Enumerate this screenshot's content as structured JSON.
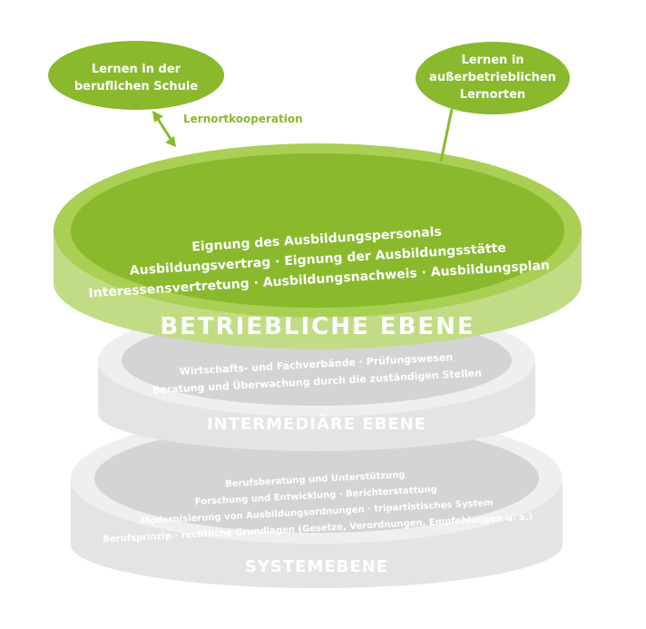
{
  "bubbles": {
    "left": {
      "line1": "Lernen in der",
      "line2": "beruflichen Schule"
    },
    "right": {
      "line1": "Lernen in",
      "line2": "außerbetrieblichen",
      "line3": "Lernorten"
    }
  },
  "cooperation_label": "Lernortkooperation",
  "levels": {
    "company": {
      "title": "BETRIEBLICHE EBENE",
      "lines": [
        "Eignung des Ausbildungspersonals",
        "Ausbildungsvertrag · Eignung der Ausbildungsstätte",
        "Interessensvertretung · Ausbildungsnachweis · Ausbildungsplan"
      ]
    },
    "intermediary": {
      "title": "INTERMEDIÄRE EBENE",
      "lines": [
        "Wirtschafts- und Fachverbände · Prüfungswesen",
        "Beratung und Überwachung durch die zuständigen Stellen"
      ]
    },
    "system": {
      "title": "SYSTEMEBENE",
      "lines": [
        "Berufsberatung und Unterstützung",
        "Forschung und Entwicklung · Berichterstattung",
        "Modernisierung von Ausbildungsordnungen · tripartistisches System",
        "Berufsprinzip · rechtliche Grundlagen (Gesetze, Verordnungen, Empfehlungen u. a.)"
      ]
    }
  },
  "colors": {
    "green_dark": "#8ab92d",
    "green_light": "#a9cf55",
    "band_green": "#c2dc86",
    "band_green_dark": "#9cc33f",
    "grey_disc": "#efefef",
    "grey_band": "#e2e2e2",
    "grey_inner": "#d4d4d4"
  }
}
